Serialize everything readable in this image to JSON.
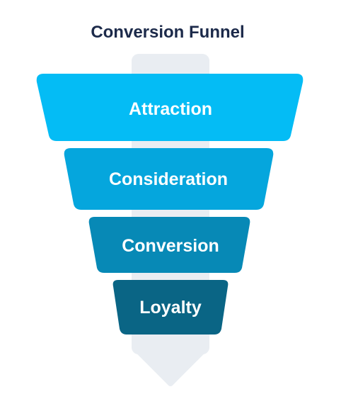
{
  "title": "Conversion Funnel",
  "colors": {
    "title": "#1c2a4a",
    "arrow": "#e9edf2",
    "label": "#ffffff"
  },
  "stages": [
    {
      "label": "Attraction",
      "color": "#04bcf5"
    },
    {
      "label": "Consideration",
      "color": "#05a6dd"
    },
    {
      "label": "Conversion",
      "color": "#0789b6"
    },
    {
      "label": "Loyalty",
      "color": "#0a6585"
    }
  ],
  "arrow_icon": "arrow-down-icon"
}
